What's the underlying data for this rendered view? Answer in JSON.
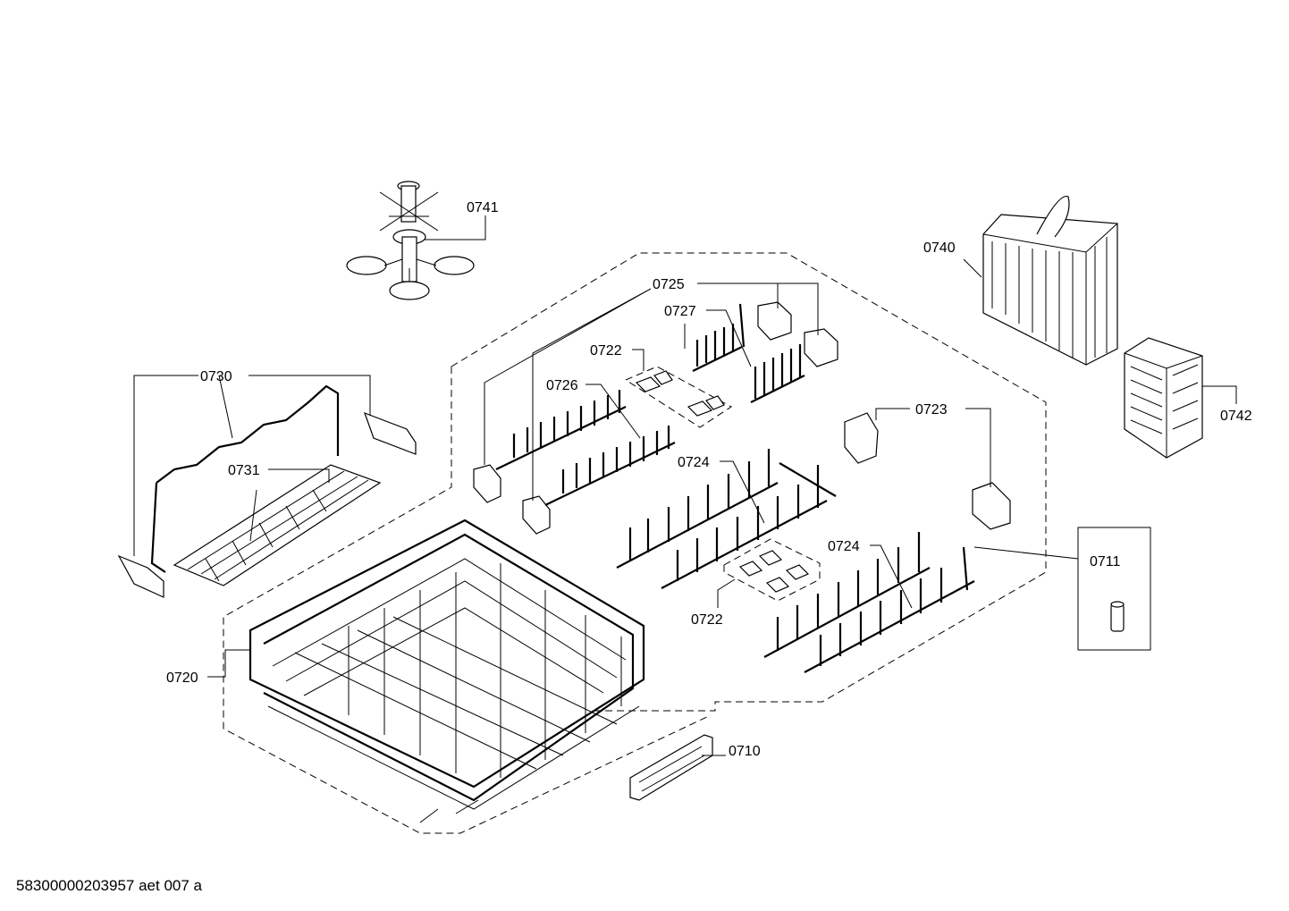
{
  "labels": {
    "p0741": "0741",
    "p0740": "0740",
    "p0742": "0742",
    "p0725": "0725",
    "p0727": "0727",
    "p0722a": "0722",
    "p0726": "0726",
    "p0730": "0730",
    "p0731": "0731",
    "p0723": "0723",
    "p0724a": "0724",
    "p0724b": "0724",
    "p0711": "0711",
    "p0722b": "0722",
    "p0720": "0720",
    "p0710": "0710"
  },
  "footer": "58300000203957 aet 007 a"
}
